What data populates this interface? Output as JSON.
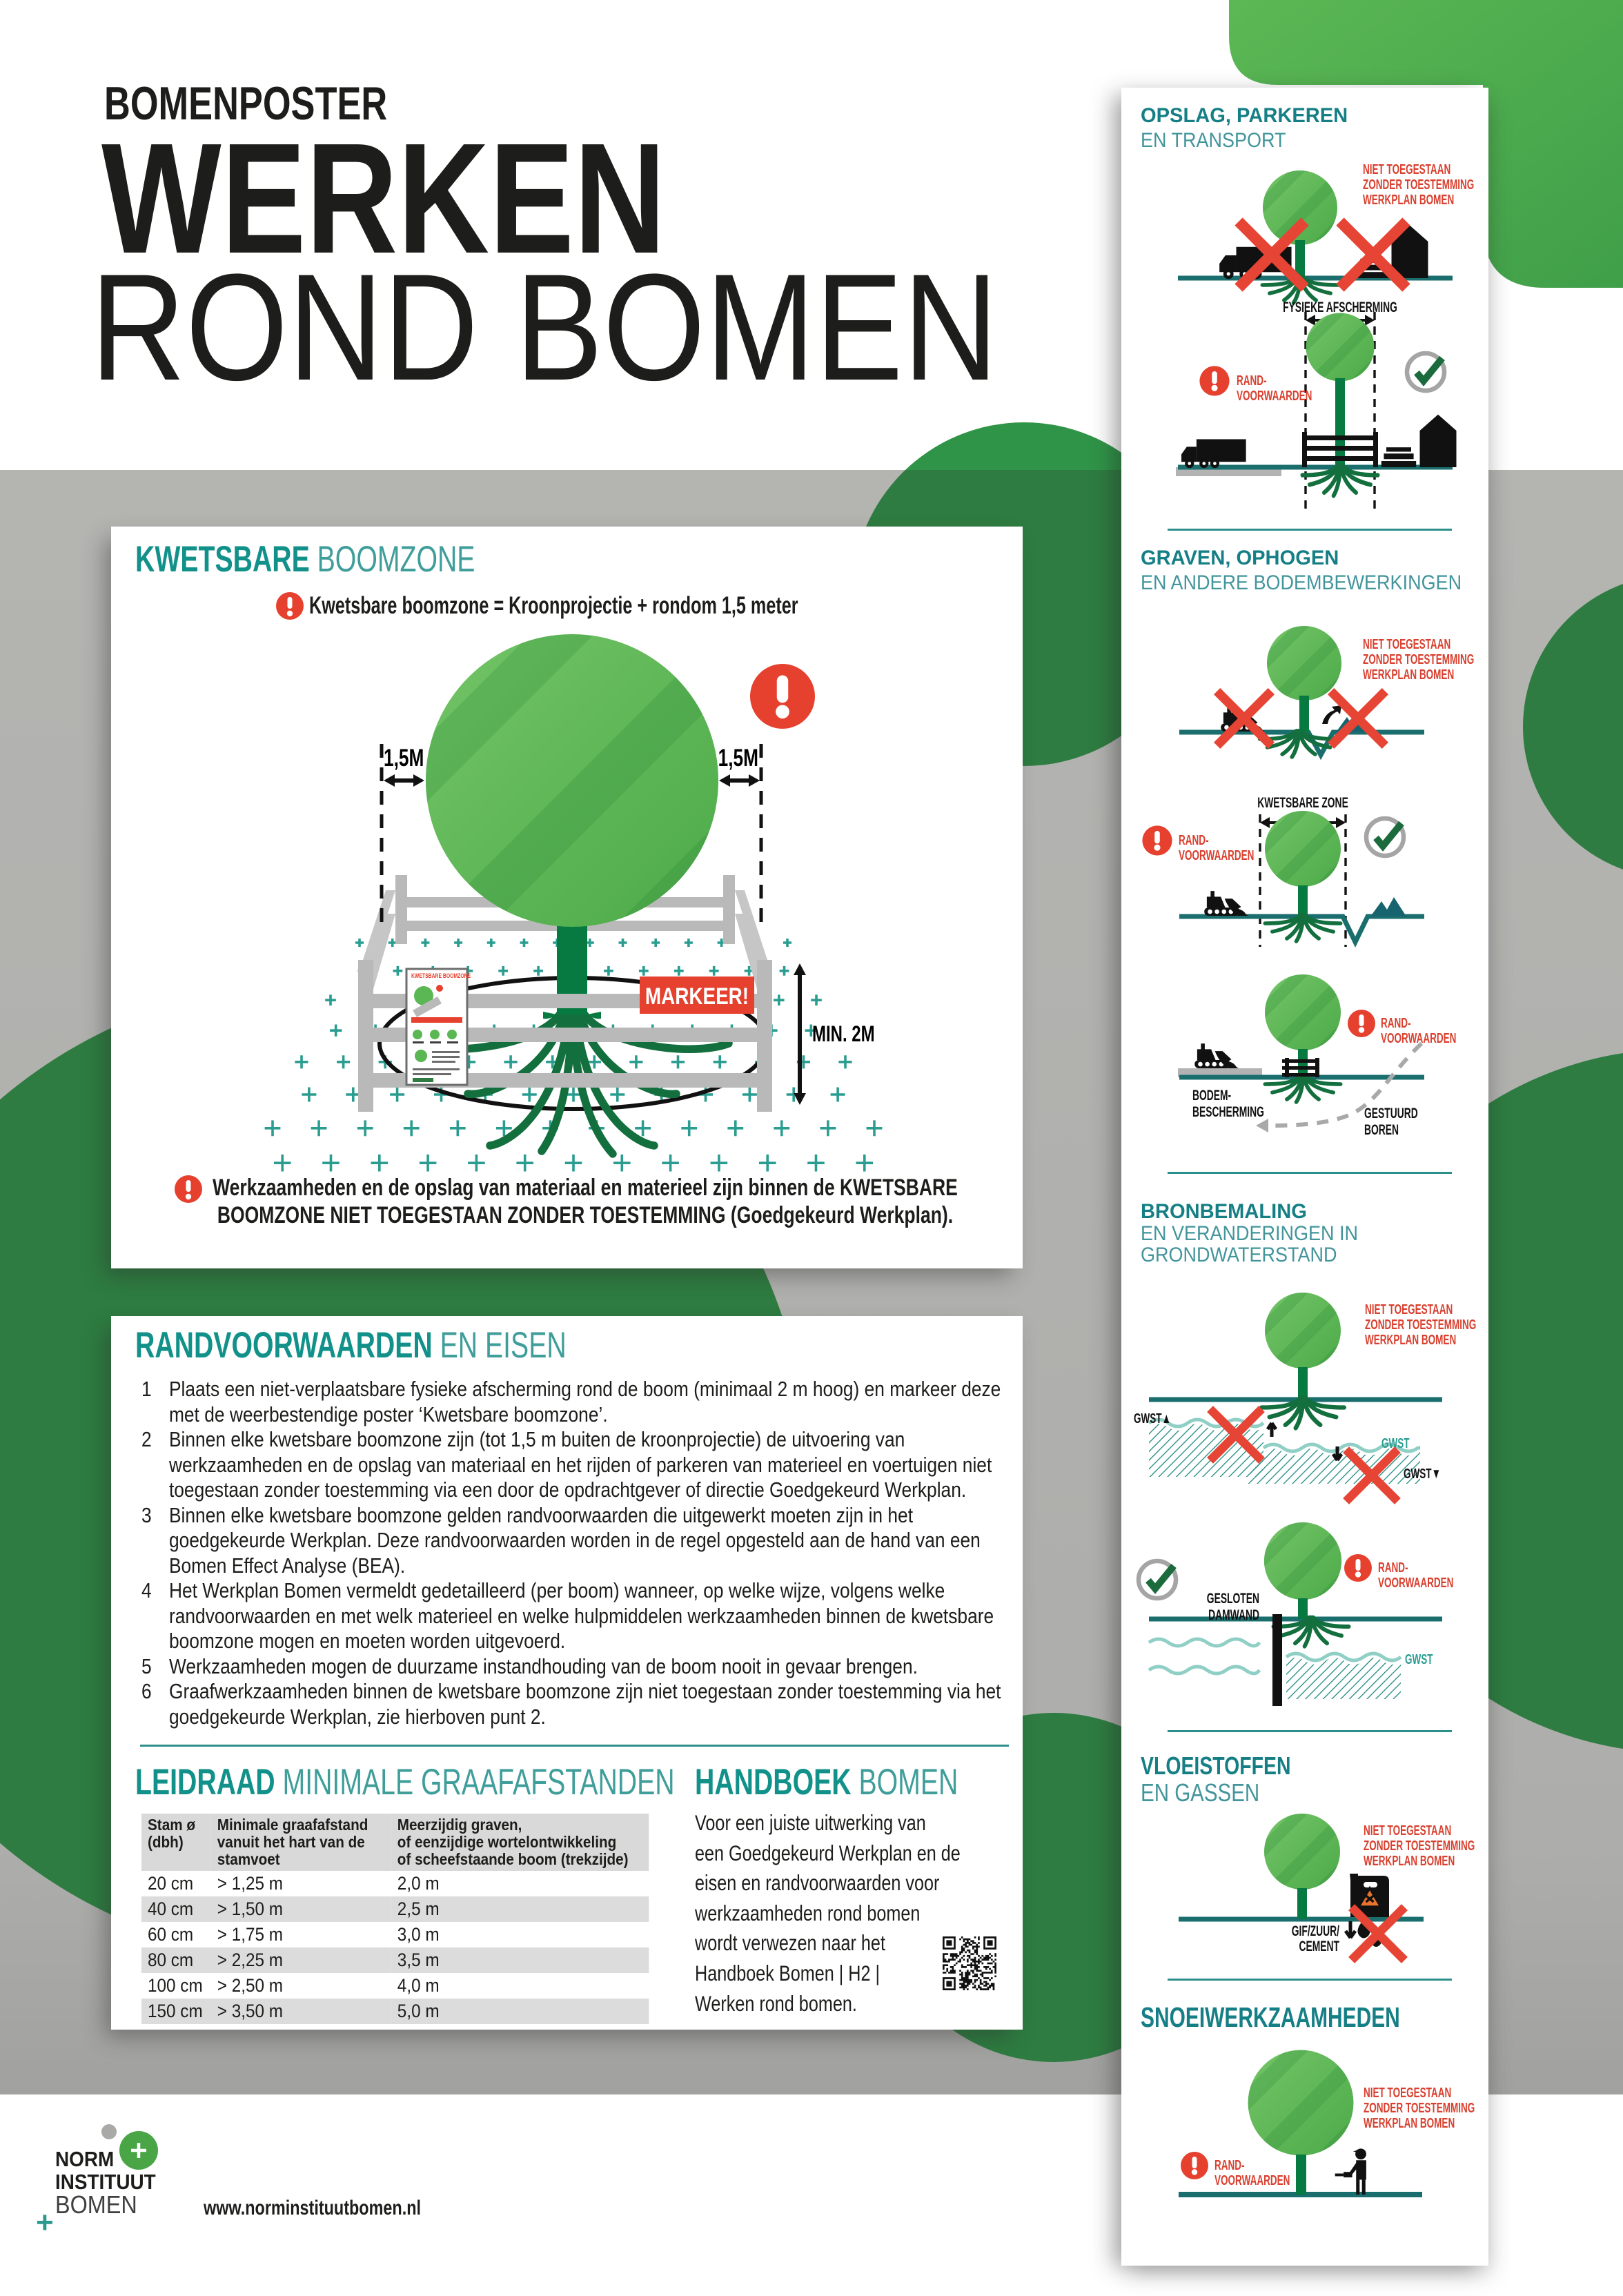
{
  "title": {
    "kicker": "BOMENPOSTER",
    "line1": "WERKEN",
    "line2": "ROND BOMEN"
  },
  "strings": {
    "niet": [
      "NIET TOEGESTAAN",
      "ZONDER TOESTEMMING",
      "WERKPLAN BOMEN"
    ],
    "rand": [
      "RAND-",
      "VOORWAARDEN"
    ]
  },
  "card1": {
    "title_bold": "KWETSBARE",
    "title_light": " BOOMZONE",
    "subtitle": "Kwetsbare boomzone = Kroonprojectie + rondom 1,5 meter",
    "label_left": "1,5M",
    "label_right": "1,5M",
    "markeer": "MARKEER!",
    "min2m": "MIN. 2M",
    "mini_poster_title": "KWETSBARE BOOMZONE",
    "warning": "Werkzaamheden en de opslag van materiaal en materieel zijn binnen de KWETSBARE\nBOOMZONE NIET TOEGESTAAN ZONDER TOESTEMMING (Goedgekeurd Werkplan)."
  },
  "card2": {
    "title_bold": "RANDVOORWAARDEN",
    "title_light": " EN EISEN",
    "items": [
      {
        "num": "1",
        "text": "Plaats een niet-verplaatsbare fysieke afscherming rond de boom (minimaal 2 m hoog) en markeer deze met de weerbestendige poster ‘Kwetsbare boomzone’."
      },
      {
        "num": "2",
        "text": "Binnen elke kwetsbare boomzone zijn (tot 1,5 m buiten de kroonprojectie) de uitvoering van werkzaamheden en de opslag van materiaal en het rijden of parkeren van materieel en voertuigen niet toegestaan zonder toestemming via een door de opdrachtgever of directie Goedgekeurd Werkplan."
      },
      {
        "num": "3",
        "text": "Binnen elke kwetsbare boomzone gelden randvoorwaarden die uitgewerkt moeten zijn in het goedgekeurde Werkplan. Deze randvoorwaarden worden in de regel opgesteld aan de hand van een Bomen Effect Analyse (BEA)."
      },
      {
        "num": "4",
        "text": "Het Werkplan Bomen vermeldt gedetailleerd (per boom) wanneer, op welke wijze, volgens welke randvoorwaarden en met welk materieel en welke hulpmiddelen werkzaamheden binnen de kwetsbare boomzone mogen en moeten worden uitgevoerd."
      },
      {
        "num": "5",
        "text": "Werkzaamheden mogen de duurzame instandhouding van de boom nooit in gevaar brengen."
      },
      {
        "num": "6",
        "text": "Graafwerkzaamheden binnen de kwetsbare boomzone zijn niet toegestaan zonder toestemming via het goedgekeurde Werkplan, zie hierboven punt 2."
      }
    ],
    "leidraad_bold": "LEIDRAAD",
    "leidraad_light": " MINIMALE GRAAFAFSTANDEN",
    "handboek_bold": "HANDBOEK",
    "handboek_light": " BOMEN",
    "table": {
      "headers": [
        "Stam ø\n(dbh)",
        "Minimale graafafstand\nvanuit het hart van de\nstamvoet",
        "Meerzijdig graven,\nof eenzijdige wortelontwikkeling\nof scheefstaande boom (trekzijde)"
      ],
      "rows": [
        [
          "20 cm",
          "> 1,25 m",
          "2,0 m"
        ],
        [
          "40 cm",
          "> 1,50 m",
          "2,5 m"
        ],
        [
          "60 cm",
          "> 1,75 m",
          "3,0 m"
        ],
        [
          "80 cm",
          "> 2,25 m",
          "3,5 m"
        ],
        [
          "100 cm",
          "> 2,50 m",
          "4,0 m"
        ],
        [
          "150 cm",
          "> 3,50 m",
          "5,0 m"
        ]
      ]
    },
    "handboek_text": "Voor een juiste uitwerking van\neen Goedgekeurd Werkplan en de\neisen en randvoorwaarden voor\nwerkzaamheden rond bomen\nwordt verwezen naar het\nHandboek Bomen | H2 |\nWerken rond bomen."
  },
  "sections": {
    "s1": {
      "h1": "OPSLAG, PARKEREN",
      "h2": "EN TRANSPORT",
      "fysieke": "FYSIEKE AFSCHERMING"
    },
    "s2": {
      "h1": "GRAVEN, OPHOGEN",
      "h2": "EN ANDERE BODEMBEWERKINGEN",
      "zone": "KWETSBARE ZONE",
      "bodem": [
        "BODEM-",
        "BESCHERMING"
      ],
      "boren": [
        "GESTUURD",
        "BOREN"
      ]
    },
    "s3": {
      "h1": "BRONBEMALING",
      "h2": "EN VERANDERINGEN IN",
      "h3": "GRONDWATERSTAND",
      "gwst_up": "GWST▲",
      "gwst": "GWST",
      "gwst_down": "GWST▼",
      "damwand": [
        "GESLOTEN",
        "DAMWAND"
      ],
      "gwst2": "GWST"
    },
    "s4": {
      "h1": "VLOEISTOFFEN",
      "h2": "EN GASSEN",
      "gif": [
        "GIF/ZUUR/",
        "CEMENT"
      ]
    },
    "s5": {
      "h1": "SNOEIWERKZAAMHEDEN"
    }
  },
  "footer": {
    "logo1": "NORM",
    "logo2": "INSTITUUT",
    "logo3": "BOMEN",
    "url": "www.norminstituutbomen.nl",
    "plus": "+"
  },
  "colors": {
    "bright_green": "#5bb654",
    "dark_green": "#2e7c41",
    "trunk_green": "#067a40",
    "teal": "#11918a",
    "ground_teal": "#1a6e6e",
    "red": "#e6402f",
    "gray_band": "#b1b1ae"
  }
}
